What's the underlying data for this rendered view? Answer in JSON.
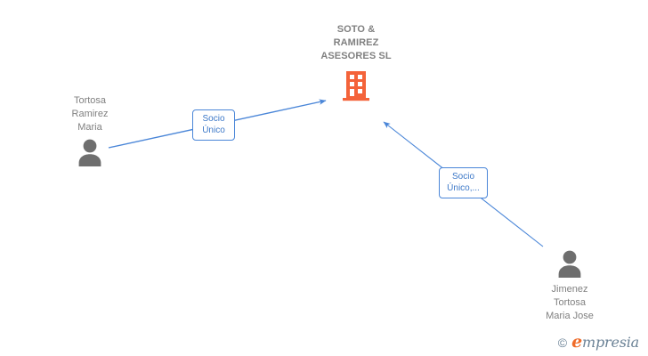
{
  "diagram": {
    "type": "corporate-relationship-graph",
    "background_color": "#ffffff",
    "company": {
      "name": "SOTO &\nRAMIREZ\nASESORES SL",
      "name_lines": [
        "SOTO &",
        "RAMIREZ",
        "ASESORES SL"
      ],
      "icon": "building-icon",
      "icon_color": "#f4633a",
      "text_color": "#808080"
    },
    "persons": [
      {
        "id": "person-left",
        "name": "Tortosa\nRamirez\nMaria",
        "name_lines": [
          "Tortosa",
          "Ramirez",
          "Maria"
        ],
        "icon": "person-icon",
        "icon_color": "#6e6e6e",
        "text_color": "#808080",
        "label_position": "above"
      },
      {
        "id": "person-right",
        "name": "Jimenez\nTortosa\nMaria Jose",
        "name_lines": [
          "Jimenez",
          "Tortosa",
          "Maria Jose"
        ],
        "icon": "person-icon",
        "icon_color": "#6e6e6e",
        "text_color": "#808080",
        "label_position": "below"
      }
    ],
    "relations": [
      {
        "id": "relation-left",
        "from": "person-left",
        "to": "company",
        "label": "Socio\nÚnico",
        "label_lines": [
          "Socio",
          "Único"
        ],
        "line_color": "#4a86d8",
        "border_color": "#4a86d8",
        "text_color": "#3c78c8"
      },
      {
        "id": "relation-right",
        "from": "person-right",
        "to": "company",
        "label": "Socio\nÚnico,...",
        "label_lines": [
          "Socio",
          "Único,..."
        ],
        "line_color": "#4a86d8",
        "border_color": "#4a86d8",
        "text_color": "#3c78c8"
      }
    ],
    "watermark": {
      "copyright_symbol": "©",
      "brand_initial": "e",
      "brand_rest": "mpresia",
      "brand_color": "#6b8296",
      "initial_color": "#ef6c2a"
    }
  }
}
